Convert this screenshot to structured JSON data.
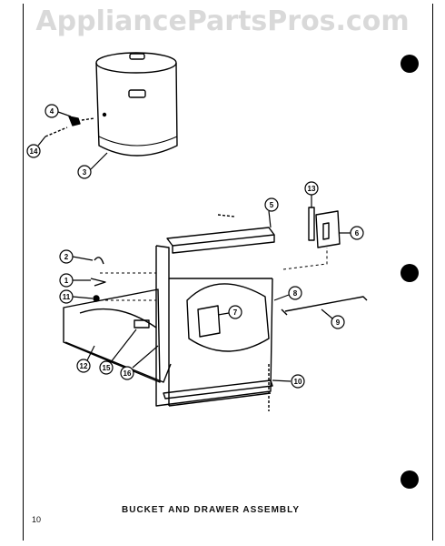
{
  "watermark": "AppliancePartsPros.com",
  "caption": "BUCKET AND DRAWER ASSEMBLY",
  "page_number": "10",
  "callouts": [
    "1",
    "2",
    "3",
    "4",
    "5",
    "6",
    "7",
    "8",
    "9",
    "10",
    "11",
    "12",
    "13",
    "14",
    "15",
    "16"
  ]
}
